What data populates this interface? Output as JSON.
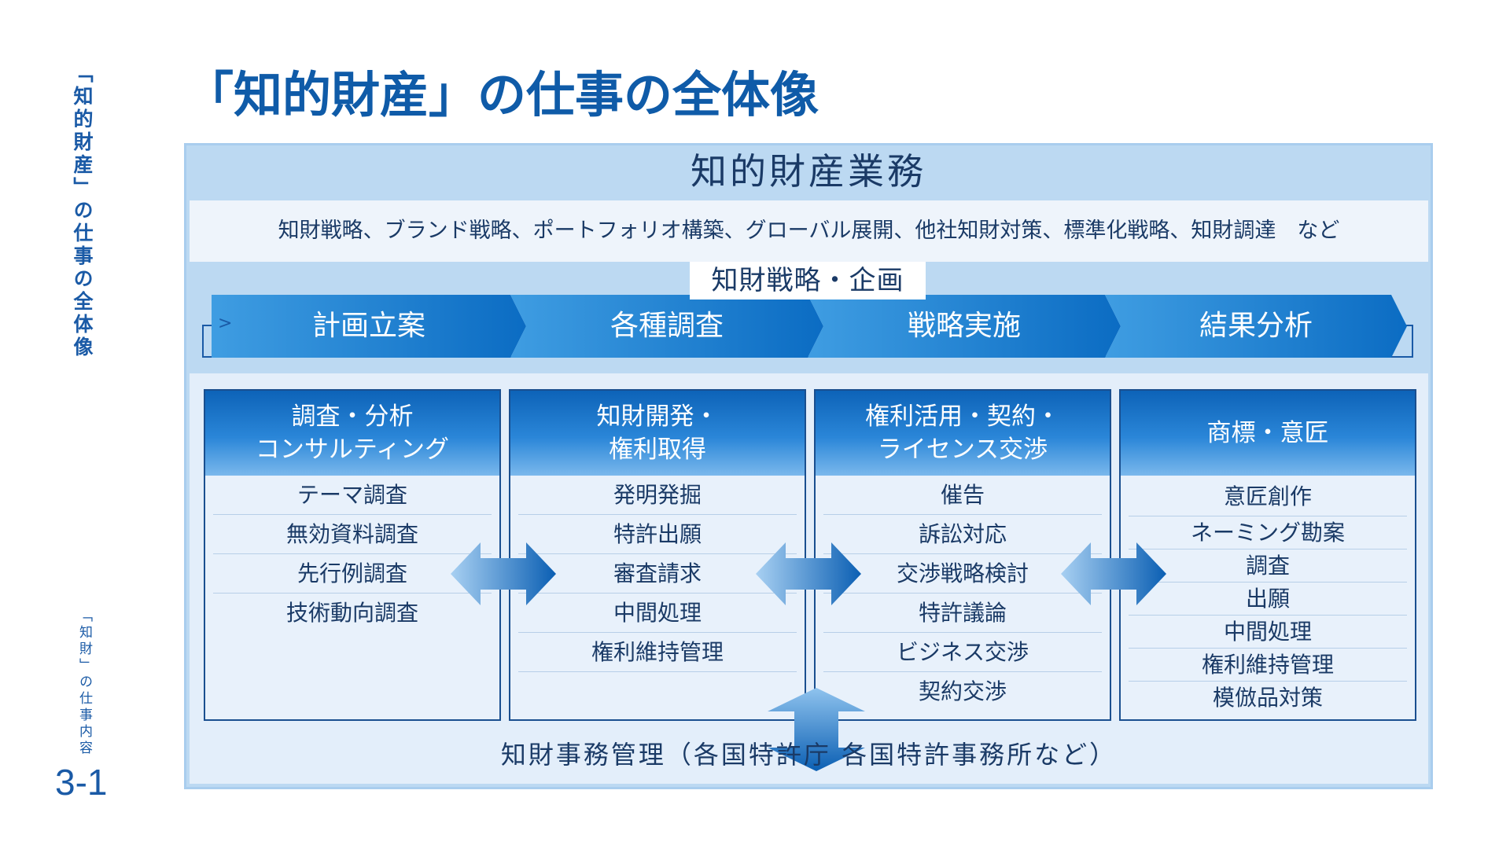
{
  "side_title": "「知的財産」の仕事の全体像",
  "side_subtitle": "「知財」の仕事内容",
  "section_number": "3-1",
  "title": "「知的財産」の仕事の全体像",
  "diagram": {
    "header": "知的財産業務",
    "examples": "知財戦略、ブランド戦略、ポートフォリオ構築、グローバル展開、他社知財対策、標準化戦略、知財調達　など",
    "strategy_label": "知財戦略・企画",
    "cycle_start_mark": ">",
    "cycle": [
      "計画立案",
      "各種調査",
      "戦略実施",
      "結果分析"
    ],
    "columns": [
      {
        "title_lines": [
          "調査・分析",
          "コンサルティング"
        ],
        "items": [
          "テーマ調査",
          "無効資料調査",
          "先行例調査",
          "技術動向調査"
        ]
      },
      {
        "title_lines": [
          "知財開発・",
          "権利取得"
        ],
        "items": [
          "発明発掘",
          "特許出願",
          "審査請求",
          "中間処理",
          "権利維持管理"
        ]
      },
      {
        "title_lines": [
          "権利活用・契約・",
          "ライセンス交渉"
        ],
        "items": [
          "催告",
          "訴訟対応",
          "交渉戦略検討",
          "特許議論",
          "ビジネス交渉",
          "契約交渉"
        ]
      },
      {
        "title_lines": [
          "商標・意匠"
        ],
        "items": [
          "意匠創作",
          "ネーミング勘案",
          "調査",
          "出願",
          "中間処理",
          "権利維持管理",
          "模倣品対策"
        ]
      }
    ],
    "footer": "知財事務管理（各国特許庁 各国特許事務所など）"
  },
  "colors": {
    "primary": "#0f5ba8",
    "frame": "#bcd9f2",
    "panel": "#e3eefa",
    "border": "#1a4f8f"
  }
}
